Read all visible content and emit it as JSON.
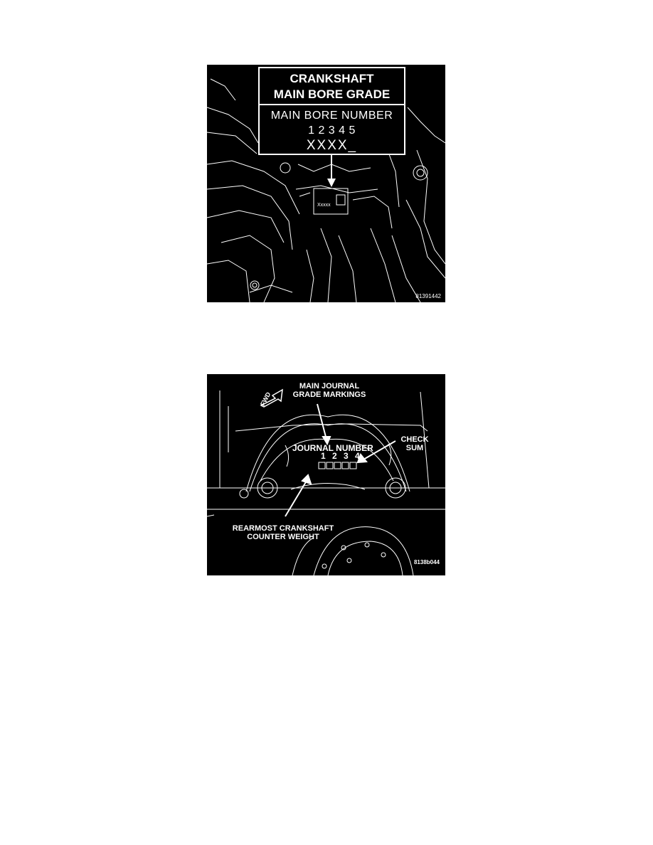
{
  "figure1": {
    "callout_title_line1": "CRANKSHAFT",
    "callout_title_line2": "MAIN BORE GRADE",
    "callout_subtitle": "MAIN BORE NUMBER",
    "bore_numbers": "1 2 3 4 5",
    "bore_grades": "XXXX_",
    "tag_text": "Xxxxx",
    "figure_id": "81391442"
  },
  "figure2": {
    "label_main_journal_line1": "MAIN JOURNAL",
    "label_main_journal_line2": "GRADE MARKINGS",
    "label_check_sum_line1": "CHECK",
    "label_check_sum_line2": "SUM",
    "journal_number_label": "JOURNAL NUMBER",
    "journal_digits": "1 2 3 4",
    "label_counterweight_line1": "REARMOST CRANKSHAFT",
    "label_counterweight_line2": "COUNTER WEIGHT",
    "fwd_label": "FWD",
    "figure_id": "8138b044"
  }
}
